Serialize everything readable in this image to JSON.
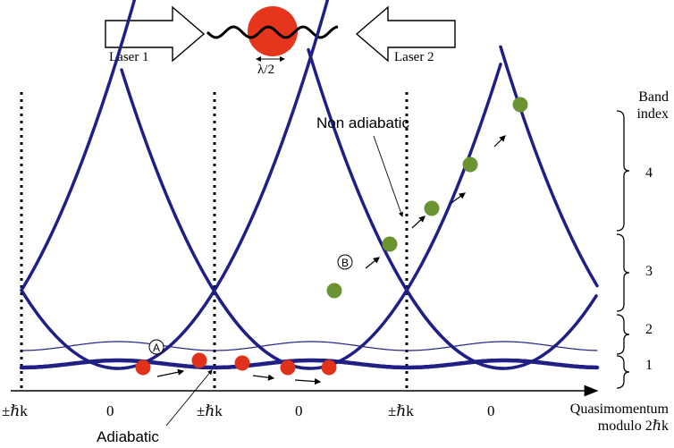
{
  "setup": {
    "laser_left": "Laser 1",
    "laser_right": "Laser 2",
    "wavelength_label": "λ/2",
    "atom_color": "#e5361d"
  },
  "band_axis": {
    "title_line1": "Band",
    "title_line2": "index",
    "indices": [
      "4",
      "3",
      "2",
      "1"
    ]
  },
  "x_axis": {
    "ticks": [
      "±ℏk",
      "0",
      "±ℏk",
      "0",
      "±ℏk",
      "0"
    ],
    "label_line1": "Quasimomentum",
    "label_line2": "modulo 2ℏk"
  },
  "annotations": {
    "non_adiabatic": "Non adiabatic",
    "adiabatic": "Adiabatic",
    "path_a_marker": "A",
    "path_b_marker": "B"
  },
  "colors": {
    "band_curve": "#1f1f86",
    "path_a_dot": "#e0321a",
    "path_b_dot": "#6b9331",
    "zone_boundary": "#000000"
  }
}
